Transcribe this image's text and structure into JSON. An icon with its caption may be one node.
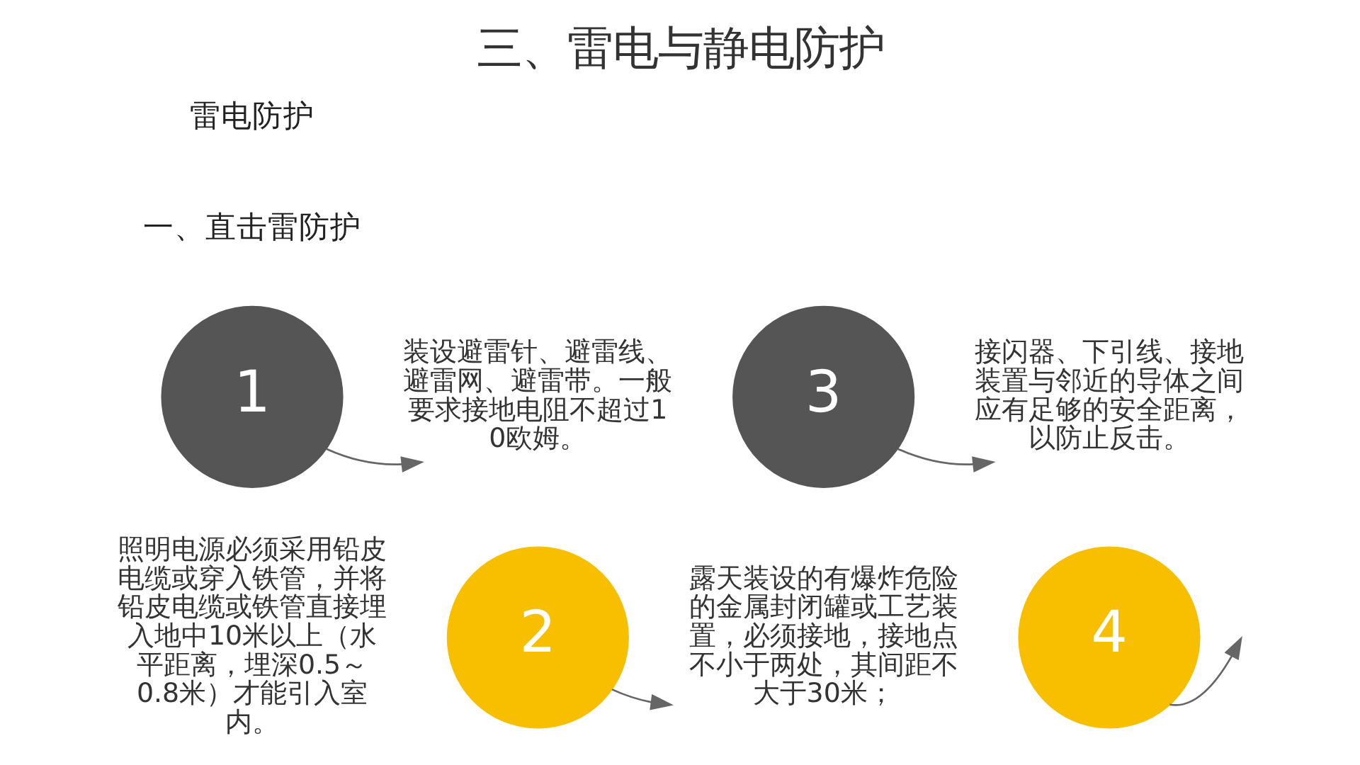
{
  "diagram": {
    "title": "三、雷电与静电防护",
    "nodes": [
      {
        "text": [
          "1"
        ]
      },
      {
        "text": [
          "装设避雷针、避雷线、避雷网、避雷带。一般要求接地电阻不超过10欧姆。"
        ]
      },
      {
        "text": [
          "3"
        ]
      },
      {
        "text": [
          "接闪器、下引线、接地装置与邻近的导体之间应有足够的安全距离，以防止反击。"
        ]
      },
      {
        "text": [
          "照明电源必须采用铅皮电缆或穿入铁管，并将铅皮电缆或铁管直接埋入地中10米以上（水平距离，埋深0.5～0.8米）才能引入室内。"
        ]
      },
      {
        "text": [
          "2"
        ]
      },
      {
        "text": [
          "露天装设的有爆炸危险的金属封闭罐或工艺装置，必须接地，接地点不小于两处，其间距不大于30米；"
        ]
      },
      {
        "text": [
          "4"
        ]
      }
    ],
    "edges": [
      {
        "from": 0,
        "to": 1,
        "arrow": "to"
      },
      {
        "from": 2,
        "to": 3,
        "arrow": "to"
      },
      {
        "from": 5,
        "to": 6,
        "arrow": "to"
      },
      {
        "from": 7,
        "to": null,
        "arrow": "to"
      }
    ],
    "labels": [
      "雷电防护",
      "一、直击雷防护"
    ]
  }
}
